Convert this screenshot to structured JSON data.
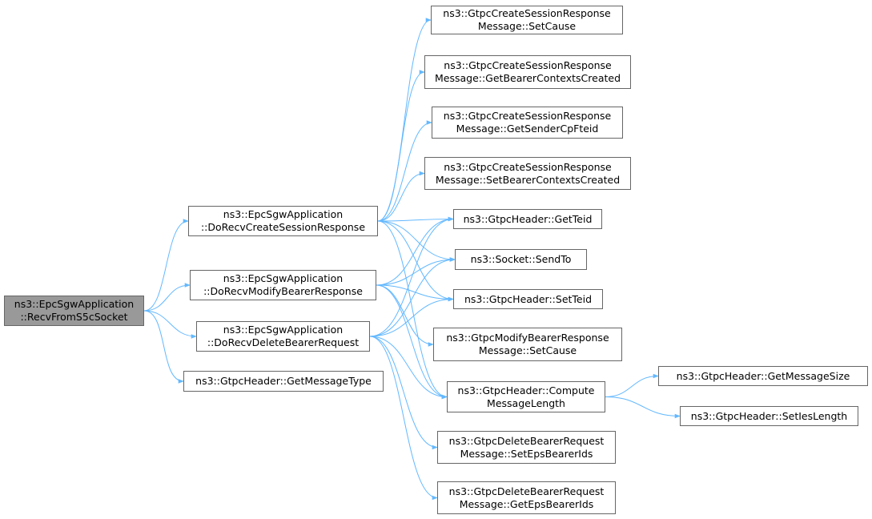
{
  "diagram": {
    "edge_color": "#63b8ff",
    "root_fill": "#999999",
    "border_color": "#666666",
    "nodes": {
      "root": {
        "line1": "ns3::EpcSgwApplication",
        "line2": "::RecvFromS5cSocket"
      },
      "dcsr": {
        "line1": "ns3::EpcSgwApplication",
        "line2": "::DoRecvCreateSessionResponse"
      },
      "dmbr": {
        "line1": "ns3::EpcSgwApplication",
        "line2": "::DoRecvModifyBearerResponse"
      },
      "ddbr": {
        "line1": "ns3::EpcSgwApplication",
        "line2": "::DoRecvDeleteBearerRequest"
      },
      "gmt": {
        "line1": "ns3::GtpcHeader::GetMessageType"
      },
      "setcause": {
        "line1": "ns3::GtpcCreateSessionResponse",
        "line2": "Message::SetCause"
      },
      "getbcc": {
        "line1": "ns3::GtpcCreateSessionResponse",
        "line2": "Message::GetBearerContextsCreated"
      },
      "getscf": {
        "line1": "ns3::GtpcCreateSessionResponse",
        "line2": "Message::GetSenderCpFteid"
      },
      "setbcc": {
        "line1": "ns3::GtpcCreateSessionResponse",
        "line2": "Message::SetBearerContextsCreated"
      },
      "getteid": {
        "line1": "ns3::GtpcHeader::GetTeid"
      },
      "sendto": {
        "line1": "ns3::Socket::SendTo"
      },
      "setteid": {
        "line1": "ns3::GtpcHeader::SetTeid"
      },
      "mbrcause": {
        "line1": "ns3::GtpcModifyBearerResponse",
        "line2": "Message::SetCause"
      },
      "compute": {
        "line1": "ns3::GtpcHeader::Compute",
        "line2": "MessageLength"
      },
      "seteps": {
        "line1": "ns3::GtpcDeleteBearerRequest",
        "line2": "Message::SetEpsBearerIds"
      },
      "geteps": {
        "line1": "ns3::GtpcDeleteBearerRequest",
        "line2": "Message::GetEpsBearerIds"
      },
      "getmsize": {
        "line1": "ns3::GtpcHeader::GetMessageSize"
      },
      "setieslen": {
        "line1": "ns3::GtpcHeader::SetIesLength"
      }
    },
    "edges": [
      [
        "root",
        "dcsr"
      ],
      [
        "root",
        "dmbr"
      ],
      [
        "root",
        "ddbr"
      ],
      [
        "root",
        "gmt"
      ],
      [
        "dcsr",
        "setcause"
      ],
      [
        "dcsr",
        "getbcc"
      ],
      [
        "dcsr",
        "getscf"
      ],
      [
        "dcsr",
        "setbcc"
      ],
      [
        "dcsr",
        "getteid"
      ],
      [
        "dcsr",
        "sendto"
      ],
      [
        "dcsr",
        "setteid"
      ],
      [
        "dcsr",
        "compute"
      ],
      [
        "dmbr",
        "getteid"
      ],
      [
        "dmbr",
        "sendto"
      ],
      [
        "dmbr",
        "setteid"
      ],
      [
        "dmbr",
        "mbrcause"
      ],
      [
        "dmbr",
        "compute"
      ],
      [
        "ddbr",
        "getteid"
      ],
      [
        "ddbr",
        "sendto"
      ],
      [
        "ddbr",
        "setteid"
      ],
      [
        "ddbr",
        "compute"
      ],
      [
        "ddbr",
        "seteps"
      ],
      [
        "ddbr",
        "geteps"
      ],
      [
        "compute",
        "getmsize"
      ],
      [
        "compute",
        "setieslen"
      ]
    ]
  }
}
